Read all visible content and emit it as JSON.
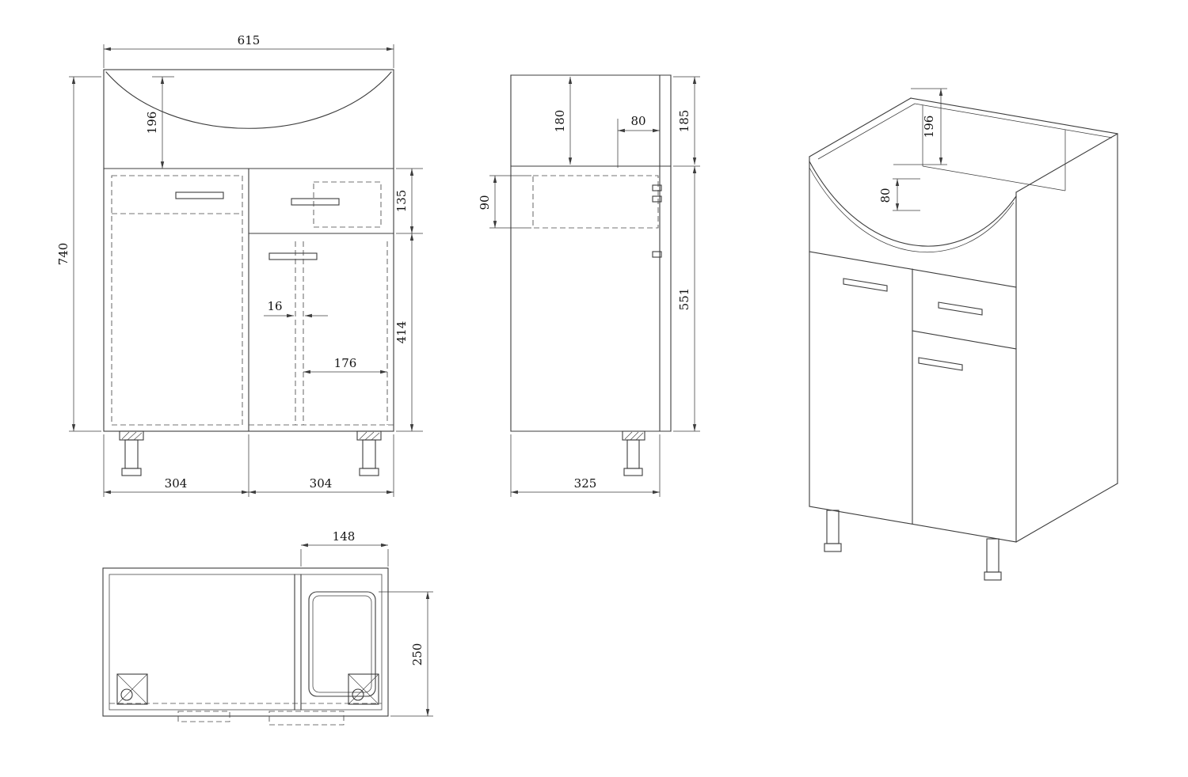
{
  "drawing": {
    "background": "#ffffff",
    "stroke_color": "#3c3c3c",
    "views": {
      "front": {
        "label": "front-view",
        "dims": {
          "overall_width": "615",
          "basin_height": "196",
          "overall_height": "740",
          "drawer_front_height": "135",
          "door_height": "414",
          "panel_gap": "16",
          "inner_width": "176",
          "left_module_width": "304",
          "right_module_width": "304"
        }
      },
      "side": {
        "label": "side-view",
        "dims": {
          "splash_inner_height": "180",
          "back_offset": "80",
          "splash_height": "185",
          "drawer_side_height": "90",
          "carcass_height": "551",
          "overall_depth": "325"
        }
      },
      "isometric": {
        "label": "isometric-view",
        "dims": {
          "basin_height": "196",
          "back_offset": "80"
        }
      },
      "plan": {
        "label": "plan-view",
        "dims": {
          "sink_section_width": "148",
          "sink_depth": "250"
        }
      }
    }
  }
}
